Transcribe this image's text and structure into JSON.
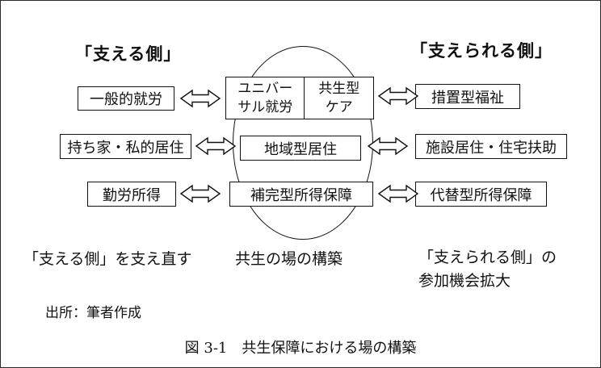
{
  "headers": {
    "left": "「支える側」",
    "right": "「支えられる側」"
  },
  "boxes": {
    "left1": "一般的就労",
    "left2": "持ち家・私的居住",
    "left3": "勤労所得",
    "center1a_line1": "ユニバー",
    "center1a_line2": "サル就労",
    "center1b_line1": "共生型",
    "center1b_line2": "ケア",
    "center2": "地域型居住",
    "center3": "補完型所得保障",
    "right1": "措置型福祉",
    "right2": "施設居住・住宅扶助",
    "right3": "代替型所得保障"
  },
  "footers": {
    "left": "「支える側」を支え直す",
    "center": "共生の場の構築",
    "right_line1": "「支えられる側」の",
    "right_line2": "参加機会拡大"
  },
  "source": "出所：筆者作成",
  "caption": "図 3-1　共生保障における場の構築",
  "colors": {
    "line": "#111111",
    "background": "#ffffff"
  }
}
